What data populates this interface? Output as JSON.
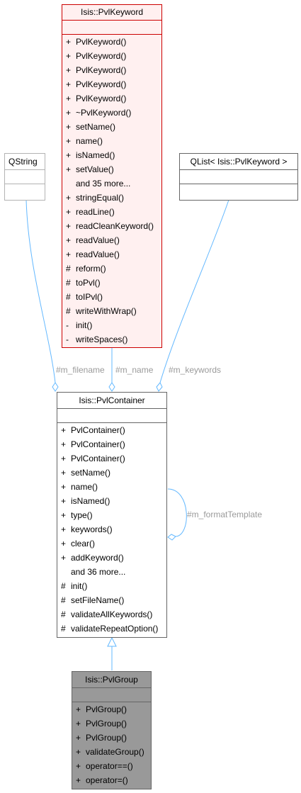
{
  "classes": {
    "pvlkeyword": {
      "name": "Isis::PvlKeyword",
      "members": [
        {
          "vis": "+",
          "text": "PvlKeyword()"
        },
        {
          "vis": "+",
          "text": "PvlKeyword()"
        },
        {
          "vis": "+",
          "text": "PvlKeyword()"
        },
        {
          "vis": "+",
          "text": "PvlKeyword()"
        },
        {
          "vis": "+",
          "text": "PvlKeyword()"
        },
        {
          "vis": "+",
          "text": "~PvlKeyword()"
        },
        {
          "vis": "+",
          "text": "setName()"
        },
        {
          "vis": "+",
          "text": "name()"
        },
        {
          "vis": "+",
          "text": "isNamed()"
        },
        {
          "vis": "+",
          "text": "setValue()"
        },
        {
          "vis": "",
          "text": "and 35 more..."
        },
        {
          "vis": "+",
          "text": "stringEqual()"
        },
        {
          "vis": "+",
          "text": "readLine()"
        },
        {
          "vis": "+",
          "text": "readCleanKeyword()"
        },
        {
          "vis": "+",
          "text": "readValue()"
        },
        {
          "vis": "+",
          "text": "readValue()"
        },
        {
          "vis": "#",
          "text": "reform()"
        },
        {
          "vis": "#",
          "text": "toPvl()"
        },
        {
          "vis": "#",
          "text": "toIPvl()"
        },
        {
          "vis": "#",
          "text": "writeWithWrap()"
        },
        {
          "vis": "-",
          "text": "init()"
        },
        {
          "vis": "-",
          "text": "writeSpaces()"
        }
      ]
    },
    "qstring": {
      "name": "QString",
      "members": []
    },
    "qlist": {
      "name": "QList< Isis::PvlKeyword >",
      "members": []
    },
    "pvlcontainer": {
      "name": "Isis::PvlContainer",
      "members": [
        {
          "vis": "+",
          "text": "PvlContainer()"
        },
        {
          "vis": "+",
          "text": "PvlContainer()"
        },
        {
          "vis": "+",
          "text": "PvlContainer()"
        },
        {
          "vis": "+",
          "text": "setName()"
        },
        {
          "vis": "+",
          "text": "name()"
        },
        {
          "vis": "+",
          "text": "isNamed()"
        },
        {
          "vis": "+",
          "text": "type()"
        },
        {
          "vis": "+",
          "text": "keywords()"
        },
        {
          "vis": "+",
          "text": "clear()"
        },
        {
          "vis": "+",
          "text": "addKeyword()"
        },
        {
          "vis": "",
          "text": "and 36 more..."
        },
        {
          "vis": "#",
          "text": "init()"
        },
        {
          "vis": "#",
          "text": "setFileName()"
        },
        {
          "vis": "#",
          "text": "validateAllKeywords()"
        },
        {
          "vis": "#",
          "text": "validateRepeatOption()"
        }
      ]
    },
    "pvlgroup": {
      "name": "Isis::PvlGroup",
      "members": [
        {
          "vis": "+",
          "text": "PvlGroup()"
        },
        {
          "vis": "+",
          "text": "PvlGroup()"
        },
        {
          "vis": "+",
          "text": "PvlGroup()"
        },
        {
          "vis": "+",
          "text": "validateGroup()"
        },
        {
          "vis": "+",
          "text": "operator==()"
        },
        {
          "vis": "+",
          "text": "operator=()"
        }
      ]
    }
  },
  "edge_labels": {
    "filename": "#m_filename",
    "name": "#m_name",
    "keywords": "#m_keywords",
    "format_template": "#m_formatTemplate"
  },
  "colors": {
    "edge": "#63b8ff",
    "keyword_border": "#cc0000",
    "keyword_fill": "#fff0f0",
    "focus_fill": "#999999",
    "label": "#9a9a9a"
  }
}
